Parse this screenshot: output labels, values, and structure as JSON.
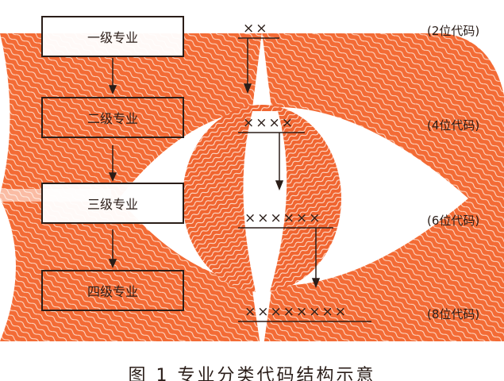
{
  "levels": [
    {
      "name": "一级专业",
      "code": "××",
      "note": "(2位代码)"
    },
    {
      "name": "二级专业",
      "code": "××××",
      "note": "(4位代码)"
    },
    {
      "name": "三级专业",
      "code": "××××××",
      "note": "(6位代码)"
    },
    {
      "name": "四级专业",
      "code": "××××××××",
      "note": "(8位代码)"
    }
  ],
  "caption": "图 1 专业分类代码结构示意",
  "colors": {
    "pattern": "#f0662e",
    "ink": "#2a1d18"
  }
}
